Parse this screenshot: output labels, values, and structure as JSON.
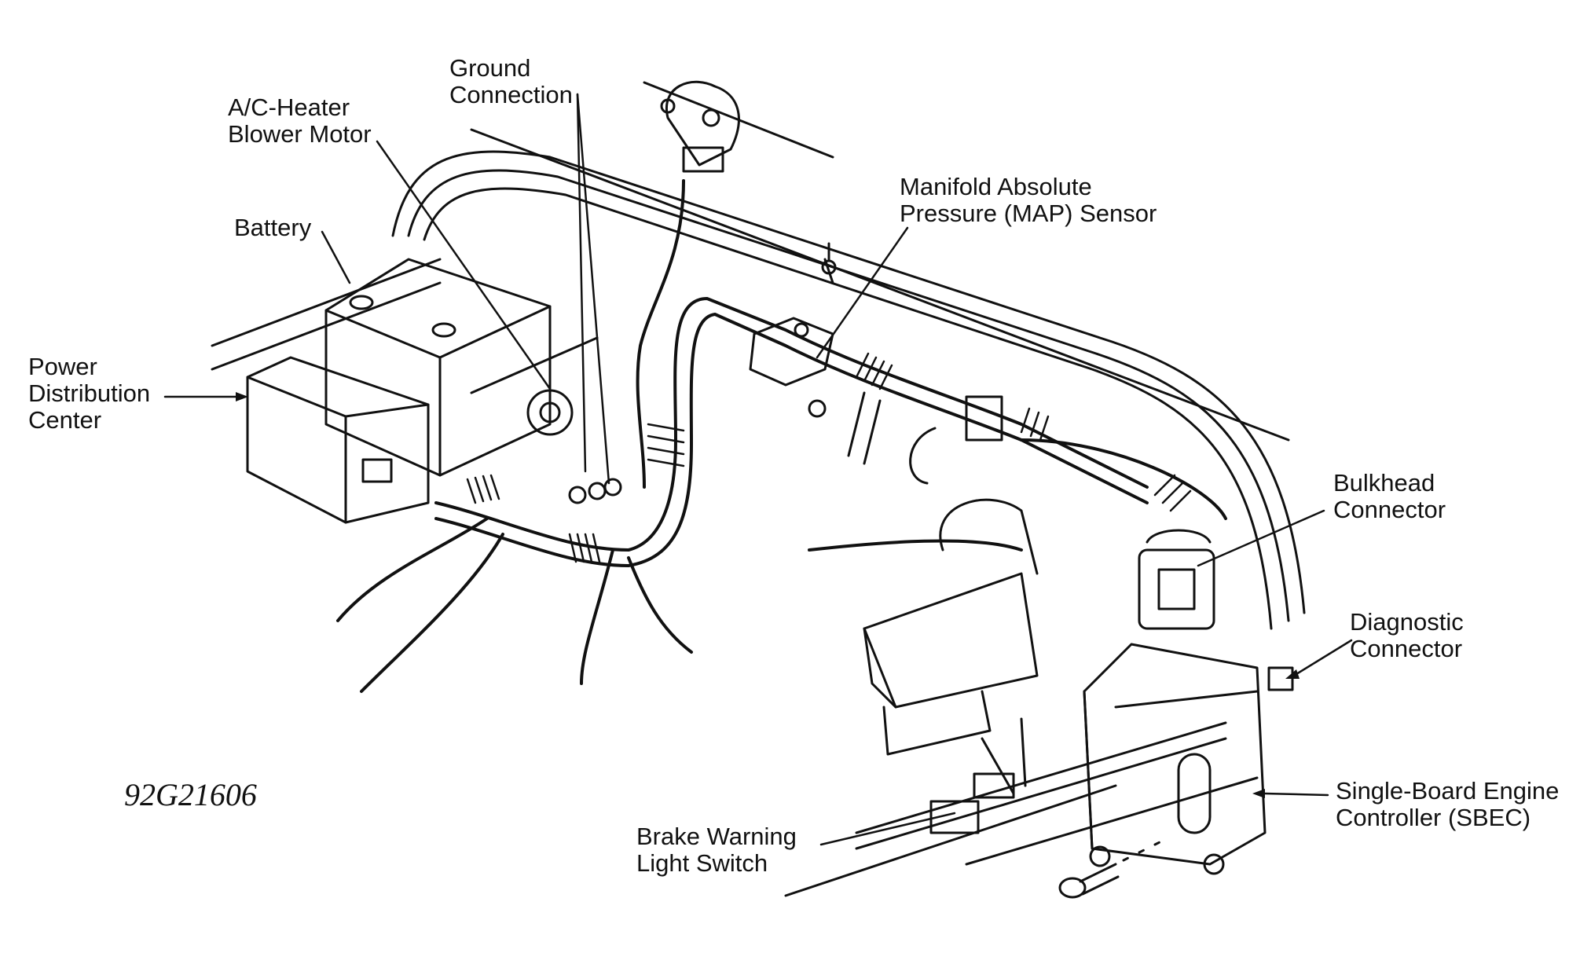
{
  "figure_id": "92G21606",
  "labels": {
    "ground_connection": [
      "Ground",
      "Connection"
    ],
    "blower_motor": [
      "A/C-Heater",
      "Blower Motor"
    ],
    "battery": [
      "Battery"
    ],
    "power_distribution": [
      "Power",
      "Distribution",
      "Center"
    ],
    "map_sensor": [
      "Manifold Absolute",
      "Pressure (MAP) Sensor"
    ],
    "bulkhead_connector": [
      "Bulkhead",
      "Connector"
    ],
    "diagnostic_connector": [
      "Diagnostic",
      "Connector"
    ],
    "sbec": [
      "Single-Board Engine",
      "Controller (SBEC)"
    ],
    "brake_switch": [
      "Brake Warning",
      "Light Switch"
    ]
  },
  "colors": {
    "ink": "#111111",
    "paper": "#ffffff"
  }
}
